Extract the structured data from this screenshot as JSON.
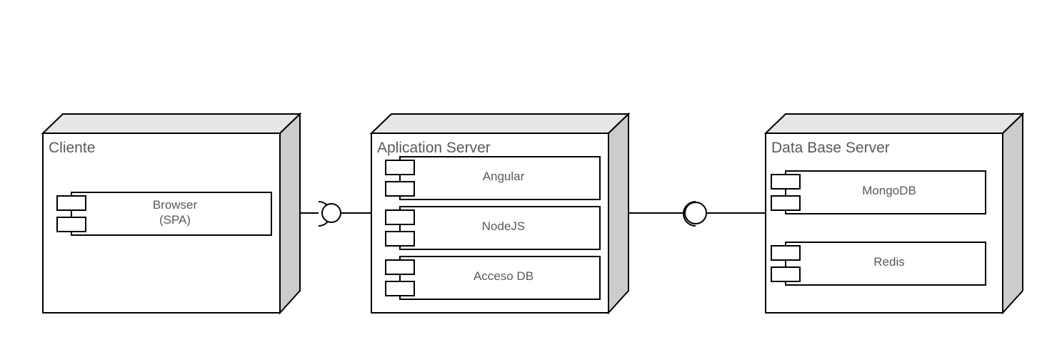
{
  "nodes": {
    "cliente": {
      "title": "Cliente",
      "components": {
        "browser": {
          "line1": "Browser",
          "line2": "(SPA)"
        }
      }
    },
    "app_server": {
      "title": "Aplication Server",
      "components": {
        "angular": {
          "label": "Angular"
        },
        "nodejs": {
          "label": "NodeJS"
        },
        "acceso_db": {
          "label": "Acceso DB"
        }
      }
    },
    "db_server": {
      "title": "Data Base Server",
      "components": {
        "mongodb": {
          "label": "MongoDB"
        },
        "redis": {
          "label": "Redis"
        }
      }
    }
  },
  "colors": {
    "node_fill": "#ffffff",
    "node_top_face": "#e6e6e6",
    "node_side_face": "#cccccc",
    "stroke": "#000000",
    "text": "#595959"
  }
}
